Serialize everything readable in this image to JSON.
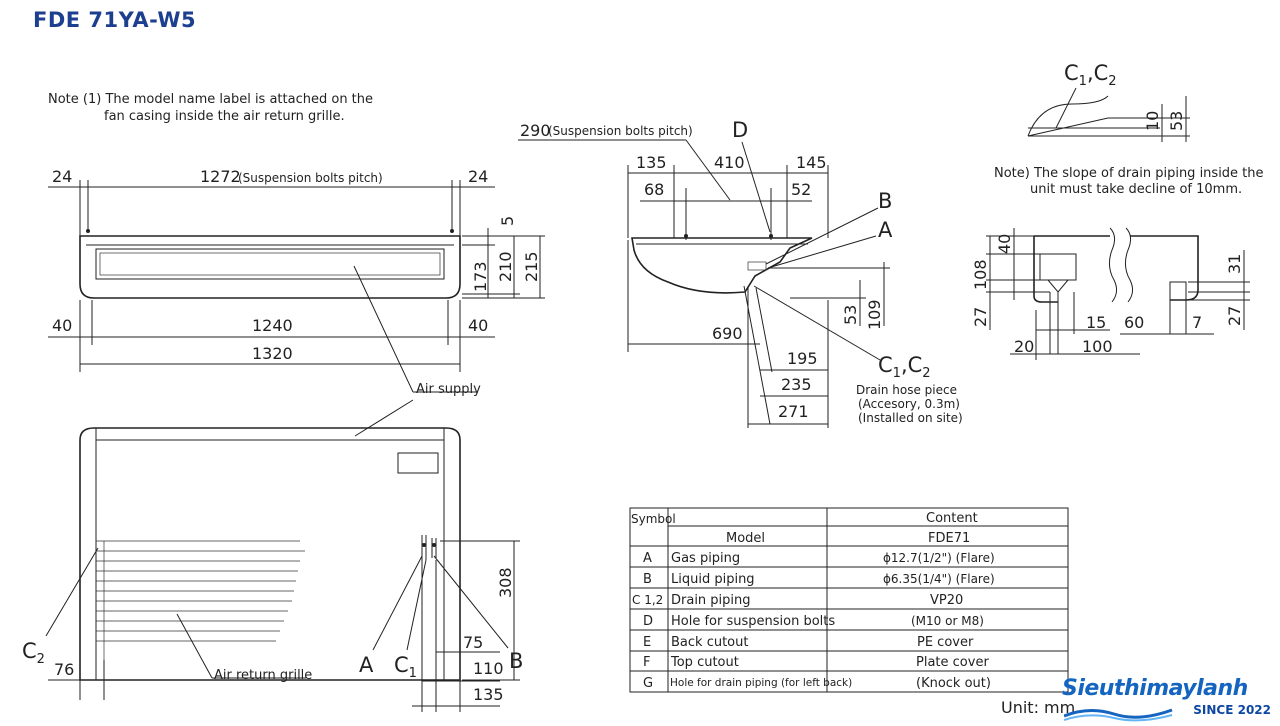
{
  "model_title": "FDE 71YA-W5",
  "note1": [
    "Note (1) The model name label is attached on the",
    "fan casing inside the air return grille."
  ],
  "note_slope": [
    "Note) The slope of drain piping inside the",
    "unit must take decline of 10mm."
  ],
  "front_view": {
    "dims": {
      "left_edge": "24",
      "bolt_pitch": "1272",
      "bolt_pitch_note": "(Suspension bolts pitch)",
      "right_edge": "24",
      "d5": "5",
      "d173": "173",
      "d210": "210",
      "d215": "215",
      "d40_left": "40",
      "d1240": "1240",
      "d40_right": "40",
      "d1320": "1320"
    },
    "air_supply": "Air supply"
  },
  "bottom_view": {
    "air_return": "Air return grille",
    "dims": {
      "d308": "308",
      "d76": "76",
      "d75": "75",
      "d110": "110",
      "d135": "135"
    },
    "labels": {
      "c2": "C",
      "c2_sub": "2",
      "a": "A",
      "c1": "C",
      "c1_sub": "1",
      "b": "B"
    }
  },
  "side_view": {
    "dims": {
      "bolt_pitch": "290",
      "bolt_pitch_note": "(Suspension bolts pitch)",
      "d135": "135",
      "d410": "410",
      "d145": "145",
      "d68": "68",
      "d52": "52",
      "d690": "690",
      "d53": "53",
      "d109": "109",
      "d195": "195",
      "d235": "235",
      "d271": "271"
    },
    "labels": {
      "d": "D",
      "b": "B",
      "a": "A",
      "c": "C",
      "c_sub1": "1",
      "c_comma": ",C",
      "c_sub2": "2"
    },
    "drain_hose": [
      "Drain hose piece",
      "(Accesory, 0.3m)",
      "(Installed on site)"
    ]
  },
  "slope_detail": {
    "label": "C",
    "sub1": "1",
    "comma": ",C",
    "sub2": "2",
    "d10": "10",
    "d53": "53"
  },
  "detail_view": {
    "dims": {
      "d40": "40",
      "d108": "108",
      "d27_left": "27",
      "d15": "15",
      "d20": "20",
      "d100": "100",
      "d60": "60",
      "d7": "7",
      "d31": "31",
      "d27_right": "27"
    }
  },
  "table": {
    "header_symbol": "Symbol",
    "header_content": "Content",
    "model_label": "Model",
    "model_value": "FDE71",
    "rows": [
      {
        "symbol": "A",
        "item": "Gas piping",
        "value": "ϕ12.7(1/2\") (Flare)"
      },
      {
        "symbol": "B",
        "item": "Liquid piping",
        "value": "ϕ6.35(1/4\") (Flare)"
      },
      {
        "symbol": "C 1,2",
        "item": "Drain piping",
        "value": "VP20"
      },
      {
        "symbol": "D",
        "item": "Hole for suspension bolts",
        "value": "(M10 or M8)"
      },
      {
        "symbol": "E",
        "item": "Back cutout",
        "value": "PE cover"
      },
      {
        "symbol": "F",
        "item": "Top cutout",
        "value": "Plate cover"
      },
      {
        "symbol": "G",
        "item": "Hole for drain piping (for left back)",
        "value": "(Knock out)"
      }
    ]
  },
  "unit": "Unit: mm",
  "logo": {
    "name": "Sieuthimaylanh",
    "tagline": "SINCE 2022",
    "brand_color": "#1565c0"
  }
}
